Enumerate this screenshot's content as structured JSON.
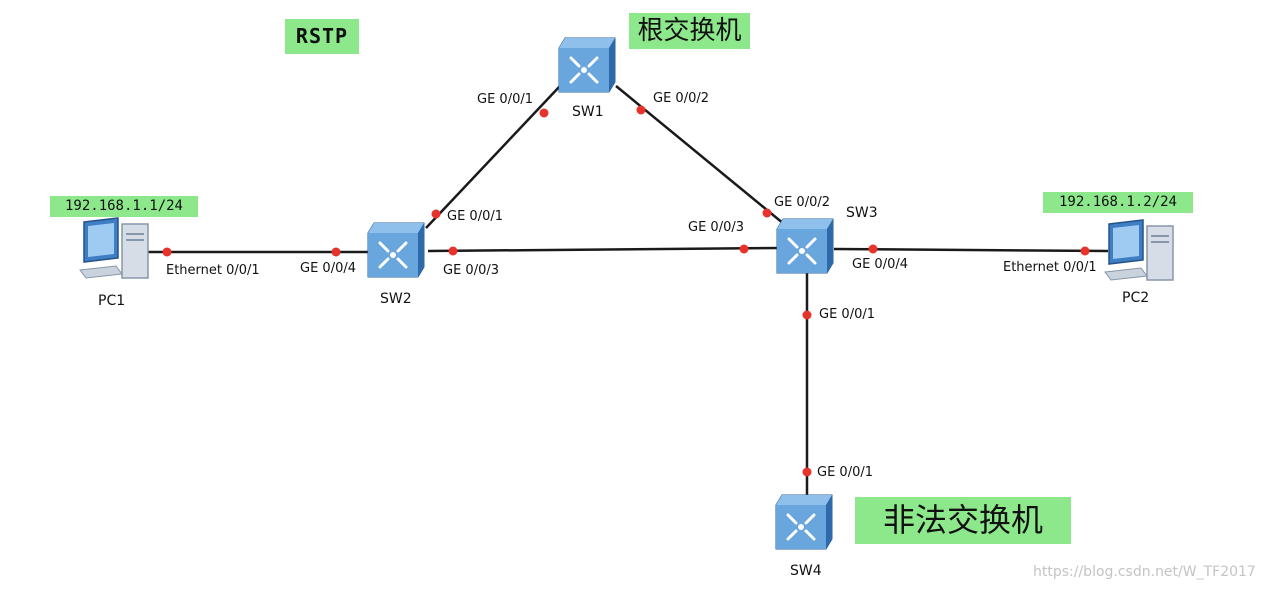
{
  "title": "RSTP",
  "annotations": {
    "root_switch": "根交换机",
    "rogue_switch": "非法交换机"
  },
  "devices": {
    "sw1": "SW1",
    "sw2": "SW2",
    "sw3": "SW3",
    "sw4": "SW4",
    "pc1": "PC1",
    "pc2": "PC2"
  },
  "ips": {
    "pc1": "192.168.1.1/24",
    "pc2": "192.168.1.2/24"
  },
  "ports": {
    "sw1_g1": "GE 0/0/1",
    "sw1_g2": "GE 0/0/2",
    "sw2_g1": "GE 0/0/1",
    "sw2_g3": "GE 0/0/3",
    "sw2_g4": "GE 0/0/4",
    "sw3_g2": "GE 0/0/2",
    "sw3_g3": "GE 0/0/3",
    "sw3_g4": "GE 0/0/4",
    "sw3_g1": "GE 0/0/1",
    "sw4_g1": "GE 0/0/1",
    "pc1_eth": "Ethernet 0/0/1",
    "pc2_eth": "Ethernet 0/0/1"
  },
  "watermark": "https://blog.csdn.net/W_TF2017",
  "colors": {
    "highlight": "#8de88c",
    "port_dot": "#e8322c",
    "switch_fill": "#6aa6de"
  },
  "icons": {
    "switch": "layer3-switch-icon",
    "pc": "pc-icon"
  }
}
